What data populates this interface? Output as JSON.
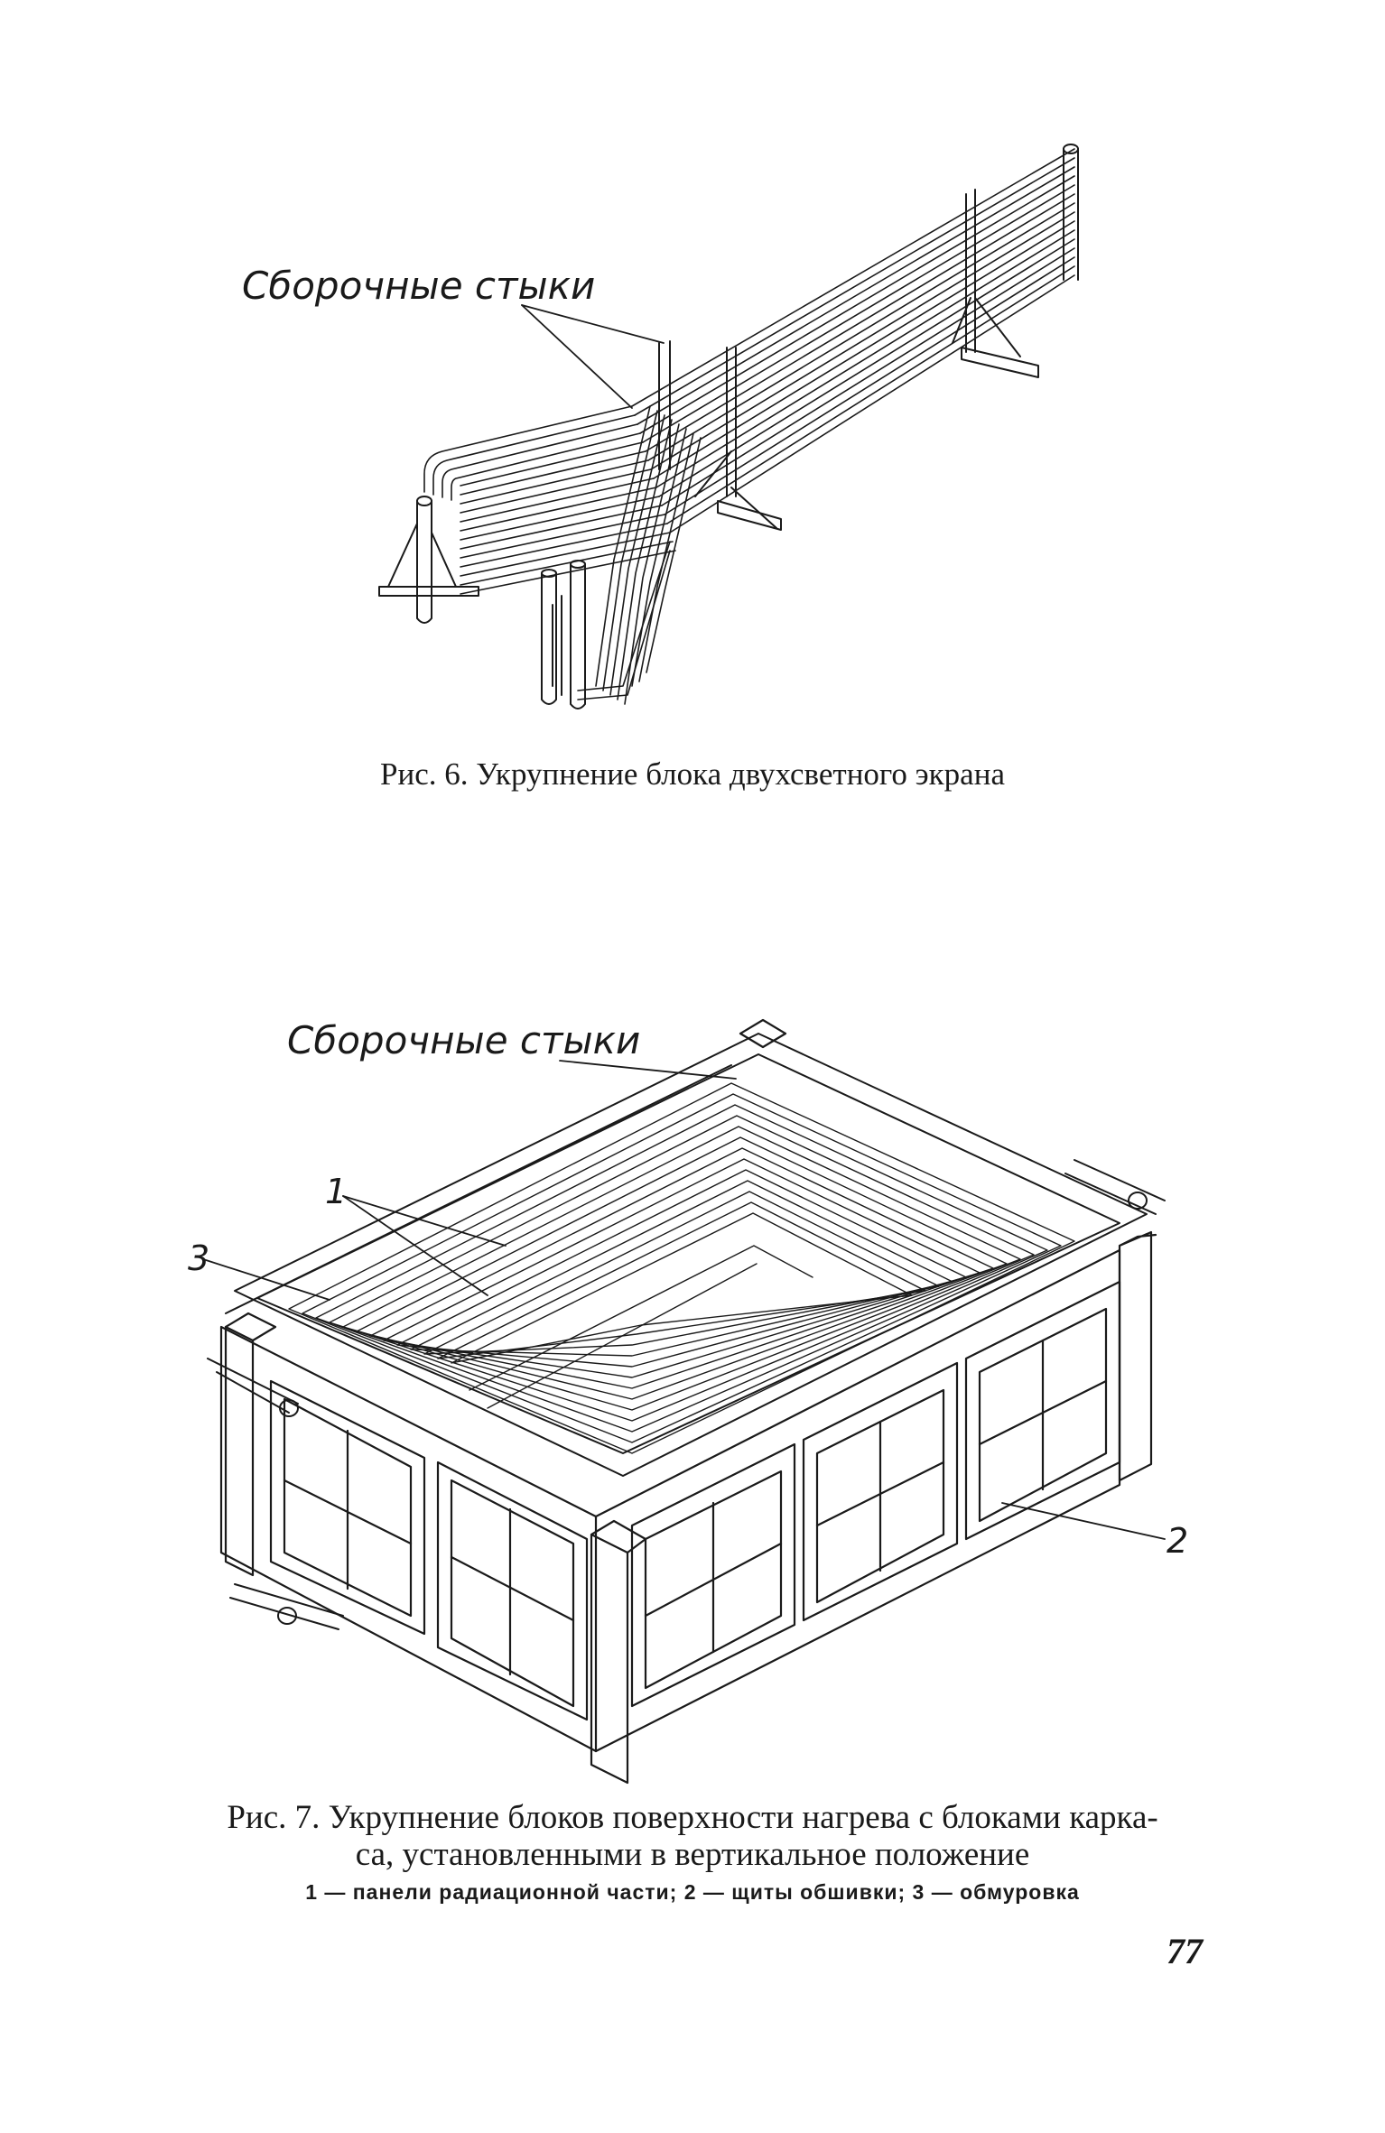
{
  "figure6": {
    "label_joints": "Сборочные стыки",
    "caption": "Рис. 6. Укрупнение блока двухсветного экрана"
  },
  "figure7": {
    "label_joints": "Сборочные стыки",
    "callout_1": "1",
    "callout_2": "2",
    "callout_3": "3",
    "caption_line1": "Рис. 7. Укрупнение блоков поверхности нагрева с блоками карка-",
    "caption_line2": "са, установленными в вертикальное положение",
    "legend": "1 — панели радиационной части; 2 — щиты обшивки; 3 — обмуровка"
  },
  "page_number": "77"
}
